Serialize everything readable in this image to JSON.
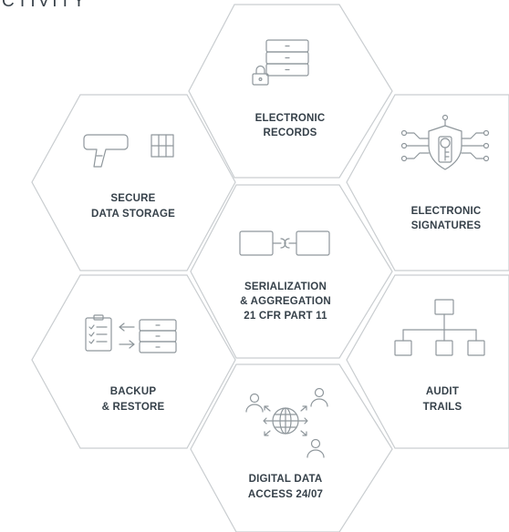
{
  "heading_fragment": "CTIVITY",
  "tiles": {
    "electronic_records": {
      "line1": "ELECTRONIC",
      "line2": "RECORDS"
    },
    "secure_data_storage": {
      "line1": "SECURE",
      "line2": "DATA STORAGE"
    },
    "electronic_signatures": {
      "line1": "ELECTRONIC",
      "line2": "SIGNATURES"
    },
    "serialization": {
      "line1": "SERIALIZATION",
      "line2": "& AGGREGATION",
      "line3": "21 CFR PART 11"
    },
    "backup_restore": {
      "line1": "BACKUP",
      "line2": "& RESTORE"
    },
    "audit_trails": {
      "line1": "AUDIT",
      "line2": "TRAILS"
    },
    "digital_data_access": {
      "line1": "DIGITAL DATA",
      "line2": "ACCESS 24/07"
    }
  },
  "icons": [
    "server-lock-icon",
    "barcode-scanner-icon",
    "shield-key-circuit-icon",
    "linked-blocks-icon",
    "checklist-transfer-server-icon",
    "org-chart-icon",
    "globe-users-icon"
  ],
  "colors": {
    "hex_stroke": "#c9cdd0",
    "icon_stroke": "#8f979c",
    "label_text": "#36414a"
  }
}
